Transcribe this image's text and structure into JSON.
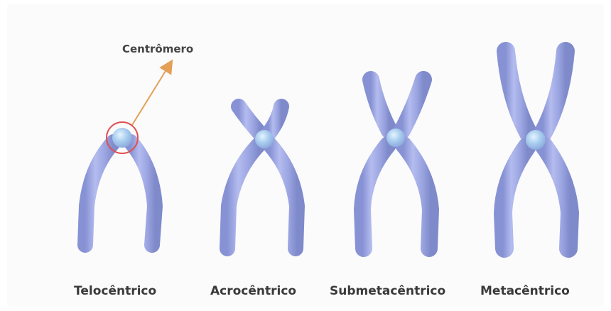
{
  "pointer_label": "Centrômero",
  "chromosomes": [
    {
      "label": "Telocêntrico"
    },
    {
      "label": "Acrocêntrico"
    },
    {
      "label": "Submetacêntrico"
    },
    {
      "label": "Metacêntrico"
    }
  ],
  "colors": {
    "chromatid": "#9fa8e2",
    "chromatid_dark": "#7d88c9",
    "centromere": "#a9d3f0",
    "highlight_ring": "#e05050",
    "pointer_arrow": "#e3a056"
  }
}
